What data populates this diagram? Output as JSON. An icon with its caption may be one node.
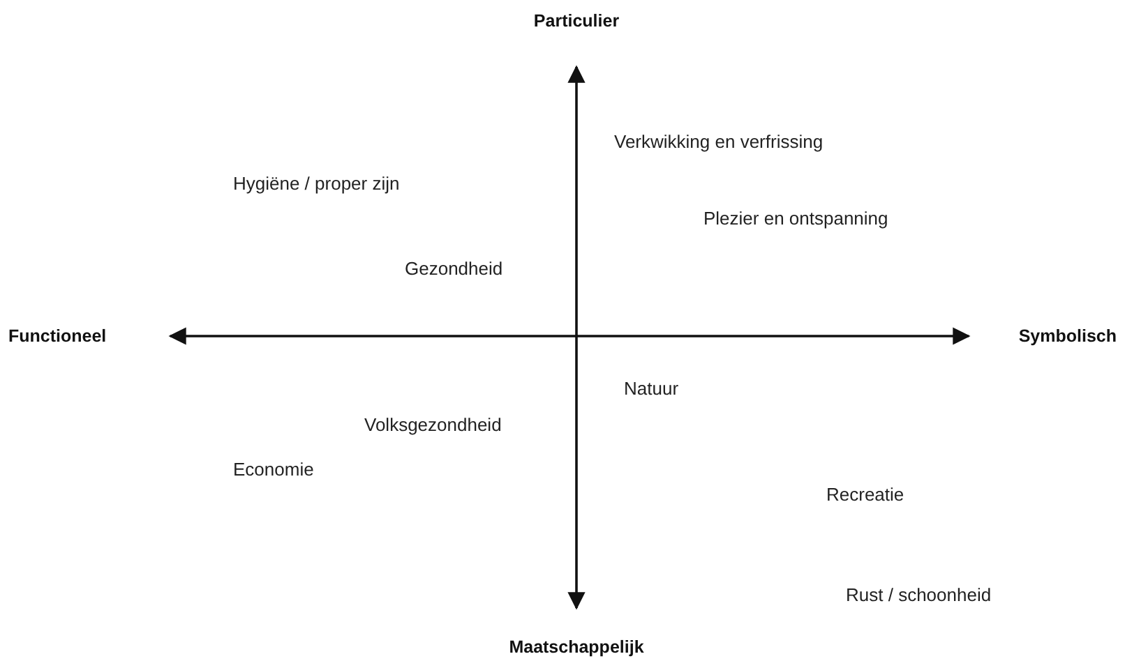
{
  "diagram": {
    "nodes": [
      {
        "text": [
          "Particulier"
        ]
      },
      {
        "text": [
          "Functioneel"
        ]
      },
      {
        "text": [
          "Symbolisch"
        ]
      },
      {
        "text": [
          "Maatschappelijk"
        ]
      }
    ],
    "edges": [
      {
        "from": 1,
        "to": 2,
        "arrow": "both"
      },
      {
        "from": 0,
        "to": 3,
        "arrow": "both"
      }
    ],
    "labels": [
      "Verkwikking en verfrissing",
      "Hygiëne / proper zijn",
      "Plezier en ontspanning",
      "Gezondheid",
      "Natuur",
      "Volksgezondheid",
      "Economie",
      "Recreatie",
      "Rust / schoonheid"
    ]
  }
}
